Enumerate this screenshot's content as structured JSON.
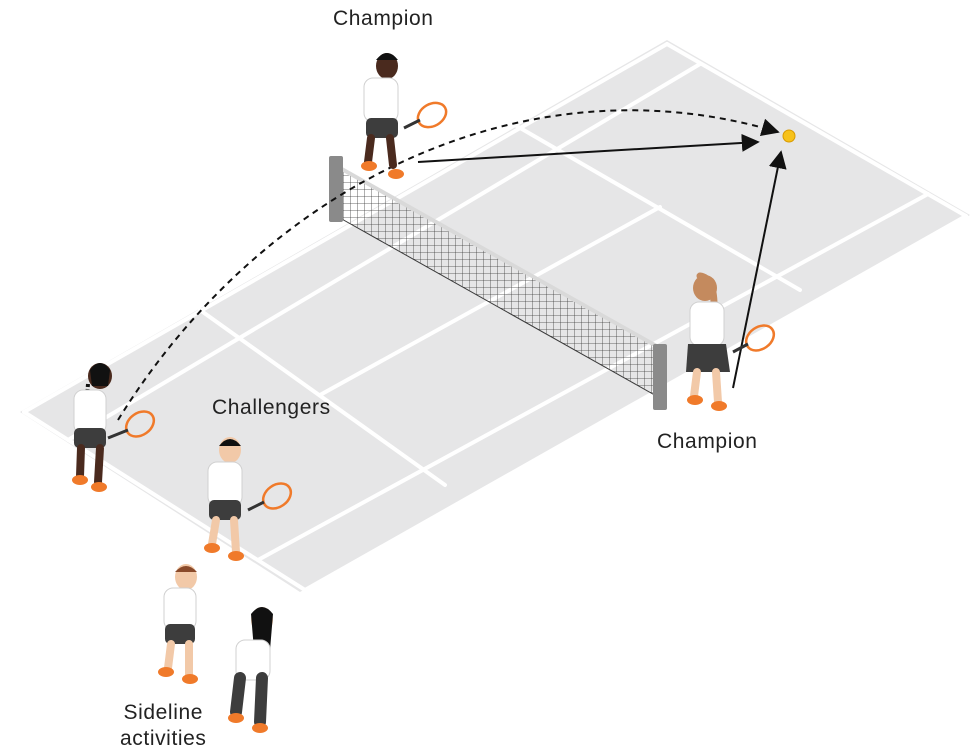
{
  "labels": {
    "champion_top": "Champion",
    "champion_right": "Champion",
    "challengers": "Challengers",
    "sideline_line1": "Sideline",
    "sideline_line2": "activities"
  },
  "colors": {
    "court": "#e6e6e7",
    "court_lines": "#ffffff",
    "net_mesh": "#3a3a3a",
    "net_post": "#8a8a8a",
    "shirt": "#ffffff",
    "shorts": "#3d3d3d",
    "shoes": "#f07a2a",
    "racket": "#f07a2a",
    "ball": "#f7c21b",
    "arrow": "#111111"
  }
}
